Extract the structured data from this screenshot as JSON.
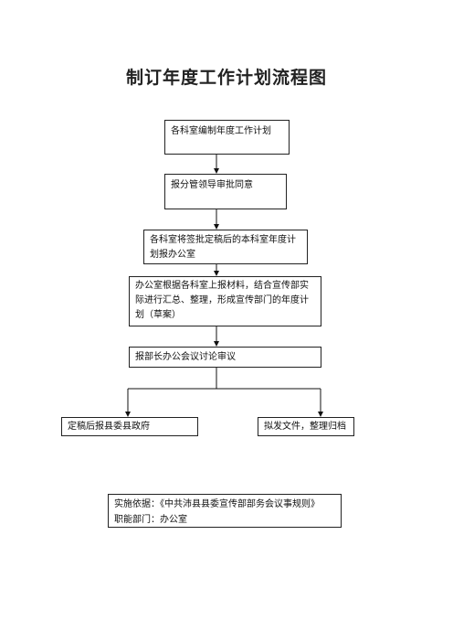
{
  "title": "制订年度工作计划流程图",
  "steps": {
    "s1": "各科室编制年度工作计划",
    "s2": "报分管领导审批同意",
    "s3": "各科室将签批定稿后的本科室年度计划报办公室",
    "s4": "办公室根据各科室上报材料，结合宣传部实际进行汇总、整理，形成宣传部门的年度计划（草案）",
    "s5": "报部长办公会议讨论审议",
    "s6": "定稿后报县委县政府",
    "s7": "拟发文件，整理归档"
  },
  "note": {
    "basis": "实施依据：《中共沛县县委宣传部部务会议事规则》",
    "dept": "职能部门：办公室"
  }
}
